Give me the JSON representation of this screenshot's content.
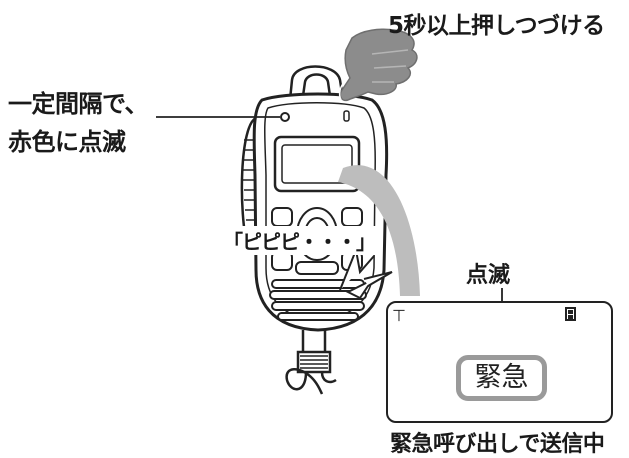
{
  "instruction": "5秒以上押しつづける",
  "led_label_line1": "一定間隔で、",
  "led_label_line2": "赤色に点滅",
  "beep_label": "「ピピピ・・・」",
  "blink_label": "点滅",
  "display": {
    "emergency_text": "緊急",
    "antenna_icon": "antenna-icon",
    "battery_icon": "battery-icon"
  },
  "caption": "緊急呼び出しで送信中",
  "colors": {
    "line": "#222222",
    "arrow_gray": "#bdbdbd",
    "highlight_gray": "#9a9a9a",
    "hand_gray": "#8c8c8c"
  }
}
